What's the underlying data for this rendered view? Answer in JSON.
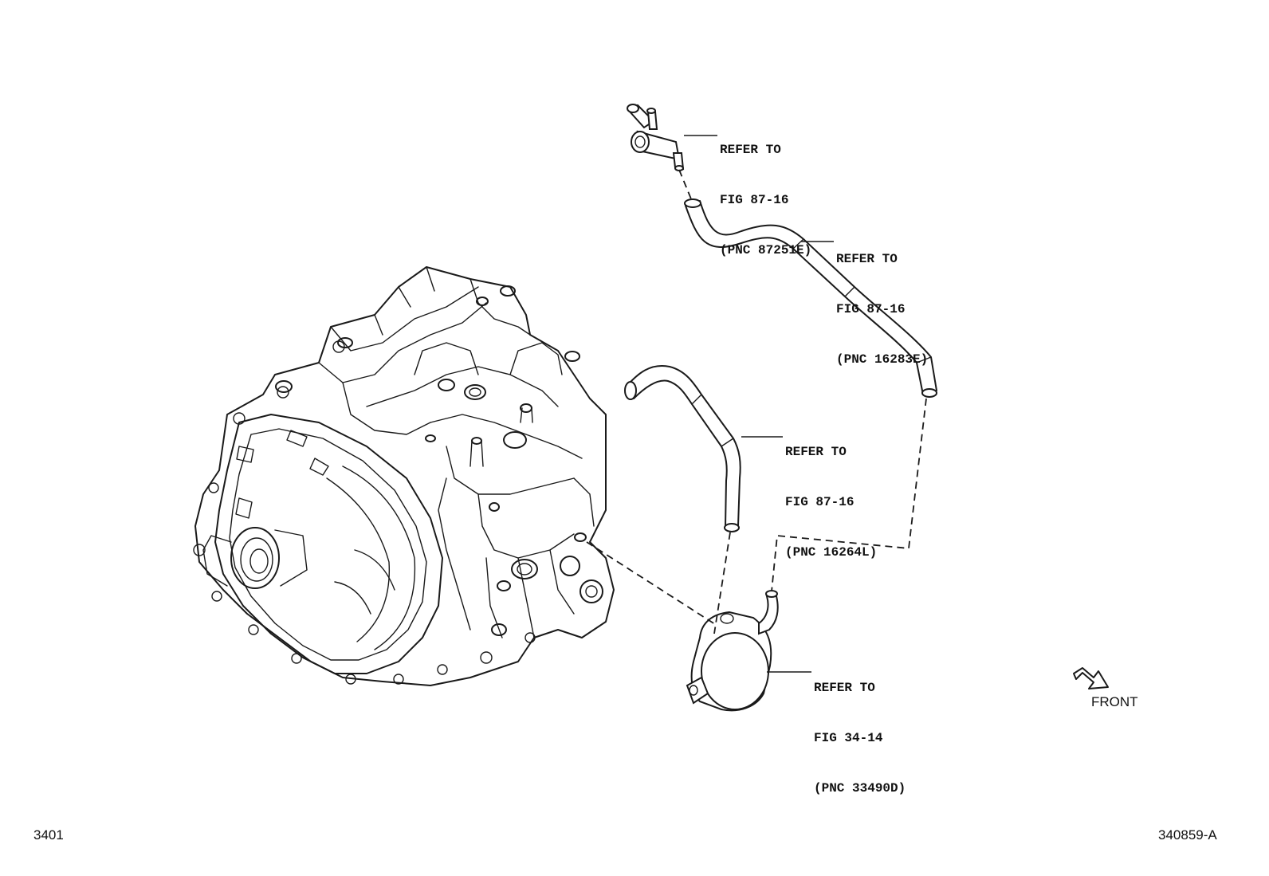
{
  "callouts": [
    {
      "line1": "REFER TO",
      "line2": "FIG 87-16",
      "line3": "(PNC 87251E)"
    },
    {
      "line1": "REFER TO",
      "line2": "FIG 87-16",
      "line3": "(PNC 16283E)"
    },
    {
      "line1": "REFER TO",
      "line2": "FIG 87-16",
      "line3": "(PNC 16264L)"
    },
    {
      "line1": "REFER TO",
      "line2": "FIG 34-14",
      "line3": "(PNC 33490D)"
    }
  ],
  "front_label": "FRONT",
  "figure_number": "3401",
  "drawing_id": "340859-A"
}
